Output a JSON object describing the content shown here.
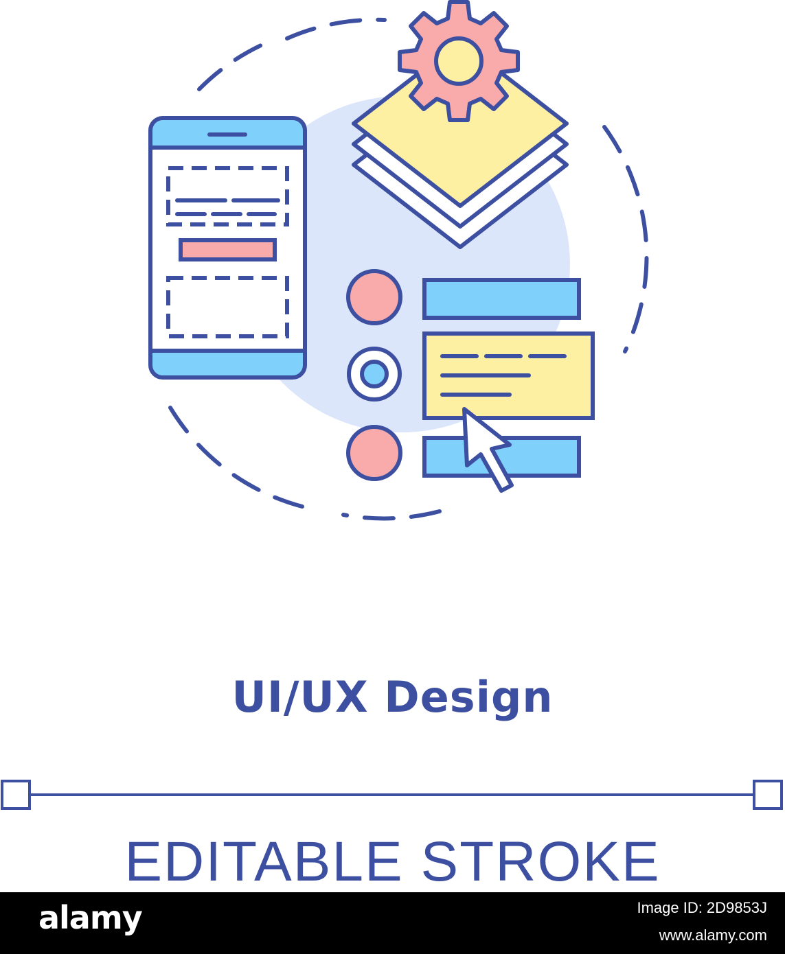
{
  "title": "UI/UX Design",
  "stroke_label": "EDITABLE STROKE",
  "footer": {
    "brand": "alamy",
    "image_id": "Image ID: 2D9853J",
    "site": "www.alamy.com"
  },
  "colors": {
    "outline": "#3d4fa0",
    "background_circle": "#dce6fb",
    "blue": "#7fd0fb",
    "pink": "#f9aaaa",
    "yellow": "#fdf0a2",
    "white": "#ffffff",
    "footer": "#000000"
  },
  "icons": [
    "phone-icon",
    "gear-icon",
    "layers-icon",
    "radio-button-icon",
    "text-card-icon",
    "cursor-icon"
  ]
}
